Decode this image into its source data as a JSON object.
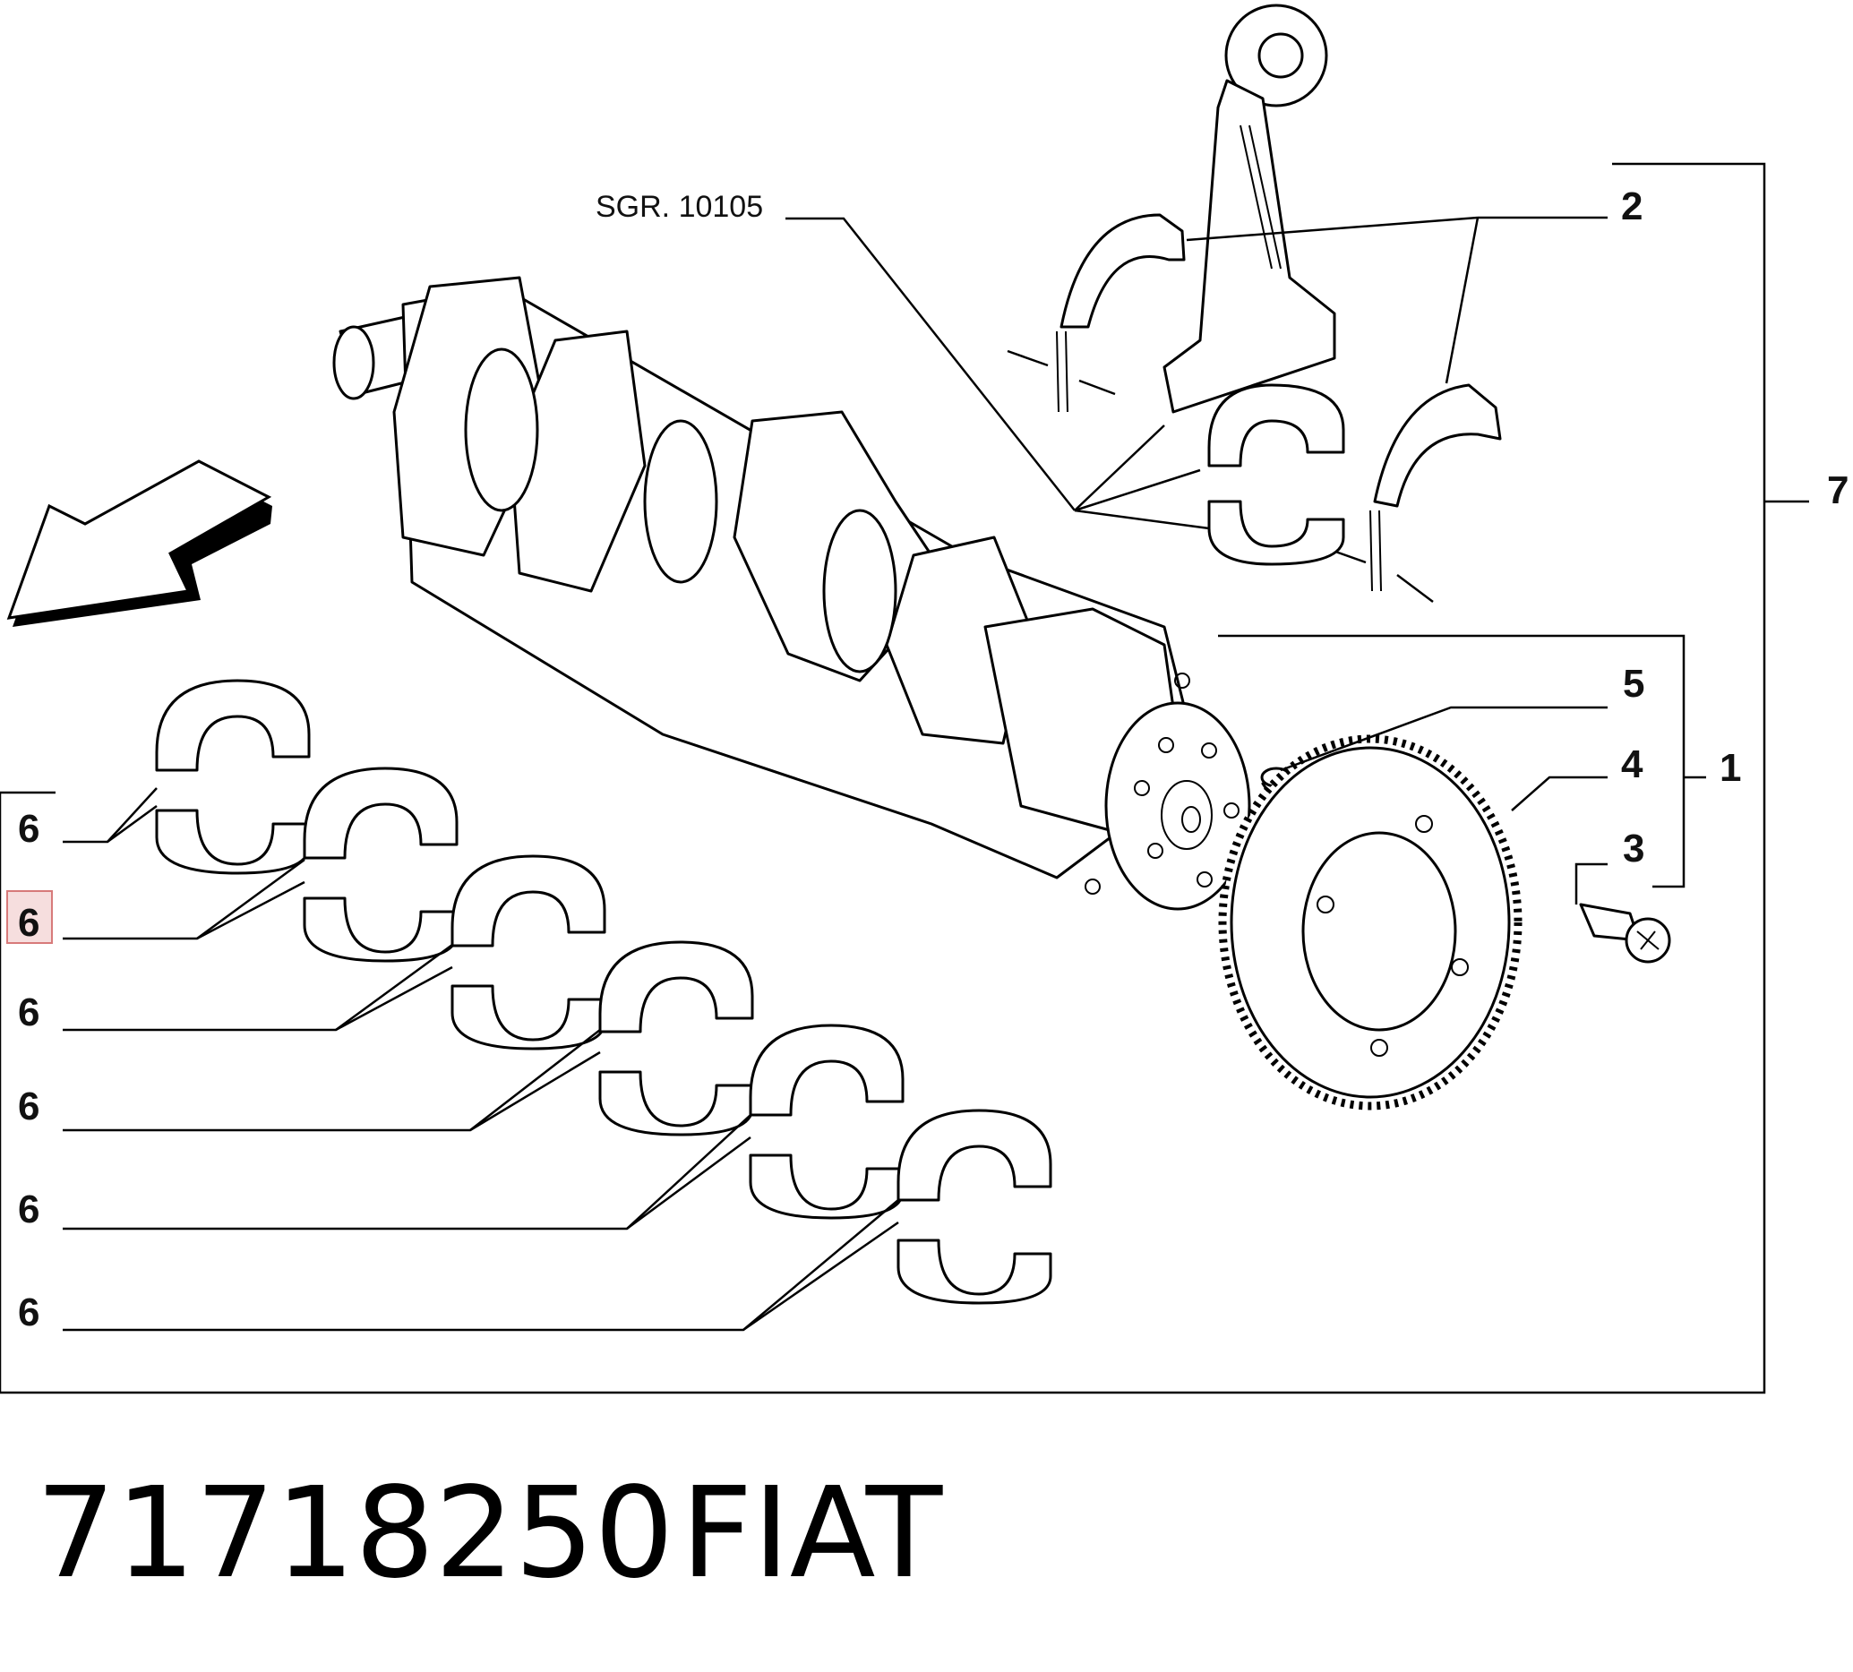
{
  "diagram": {
    "reference_label": "SGR. 10105",
    "callouts": {
      "c1": "1",
      "c2": "2",
      "c3": "3",
      "c4": "4",
      "c5": "5",
      "c6": [
        "6",
        "6",
        "6",
        "6",
        "6",
        "6"
      ],
      "c7": "7"
    },
    "highlighted_callout_index": 1
  },
  "footer": {
    "part_number": "71718250",
    "brand": "FIAT"
  }
}
